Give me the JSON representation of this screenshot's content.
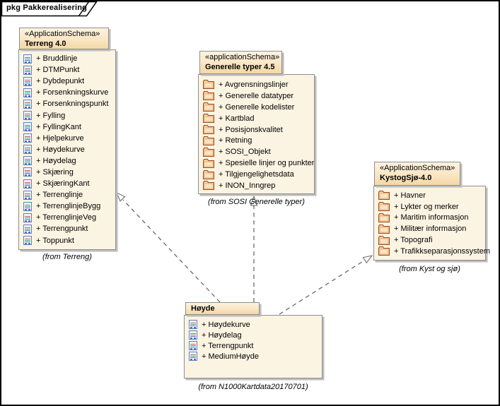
{
  "frame": {
    "title": "pkg Pakkerealisering"
  },
  "packages": [
    {
      "id": "terreng",
      "stereotype": "«ApplicationSchema»",
      "name": "Terreng 4.0",
      "from_label": "(from Terreng)",
      "icon": "class",
      "items": [
        "+ Bruddlinje",
        "+ DTMPunkt",
        "+ Dybdepunkt",
        "+ Forsenkningskurve",
        "+ Forsenkningspunkt",
        "+ Fylling",
        "+ FyllingKant",
        "+ Hjelpekurve",
        "+ Høydekurve",
        "+ Høydelag",
        "+ Skjæring",
        "+ SkjæringKant",
        "+ Terrenglinje",
        "+ TerrenglinjeBygg",
        "+ TerrenglinjeVeg",
        "+ Terrengpunkt",
        "+ Toppunkt"
      ]
    },
    {
      "id": "generelle",
      "stereotype": "«applicationSchema»",
      "name": "Generelle typer 4.5",
      "from_label": "(from SOSI Generelle typer)",
      "icon": "package",
      "items": [
        "+ Avgrensningslinjer",
        "+ Generelle datatyper",
        "+ Generelle kodelister",
        "+ Kartblad",
        "+ Posisjonskvalitet",
        "+ Retning",
        "+ SOSI_Objekt",
        "+ Spesielle linjer og punkter",
        "+ Tilgjengelighetsdata",
        "+ INON_Inngrep"
      ]
    },
    {
      "id": "kystogsjo",
      "stereotype": "«ApplicationSchema»",
      "name": "KystogSjø-4.0",
      "from_label": "(from Kyst og sjø)",
      "icon": "package",
      "items": [
        "+ Havner",
        "+ Lykter og merker",
        "+ Maritim informasjon",
        "+ Militær informasjon",
        "+ Topografi",
        "+ Trafikkseparasjonssystem"
      ]
    },
    {
      "id": "hoyde",
      "stereotype": "",
      "name": "Høyde",
      "from_label": "(from N1000Kartdata20170701)",
      "icon": "class",
      "items": [
        "+ Høydekurve",
        "+ Høydelag",
        "+ Terrengpunkt",
        "+ MediumHøyde"
      ]
    }
  ],
  "connectors": [
    {
      "from": "Høyde",
      "to": "Terreng 4.0",
      "style": "dashed",
      "arrowhead": "open-triangle"
    },
    {
      "from": "Høyde",
      "to": "Generelle typer 4.5",
      "style": "dashed",
      "arrowhead": "open-triangle"
    },
    {
      "from": "Høyde",
      "to": "KystogSjø-4.0",
      "style": "dashed",
      "arrowhead": "open-triangle"
    }
  ],
  "colors": {
    "header_fill_top": "#FDF3E1",
    "header_fill_bottom": "#F3D7A6",
    "body_fill": "#FCF4E3",
    "box_border": "#8E8E8E",
    "box_shadow": "#BDBDBD",
    "connector": "#5F5F5F",
    "frame_border": "#000000"
  }
}
